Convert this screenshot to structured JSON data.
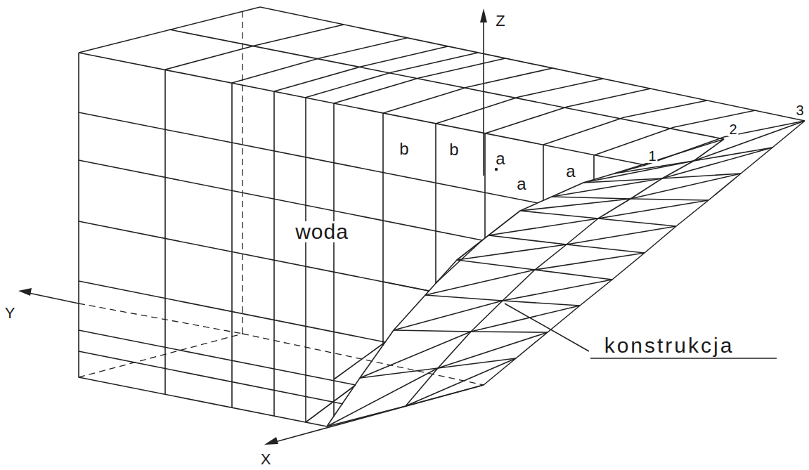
{
  "diagram": {
    "labels": [
      "Z",
      "Y",
      "X",
      "b",
      "b",
      "a",
      "a",
      "a",
      "1",
      "2",
      "3",
      "woda",
      "konstrukcja"
    ]
  }
}
